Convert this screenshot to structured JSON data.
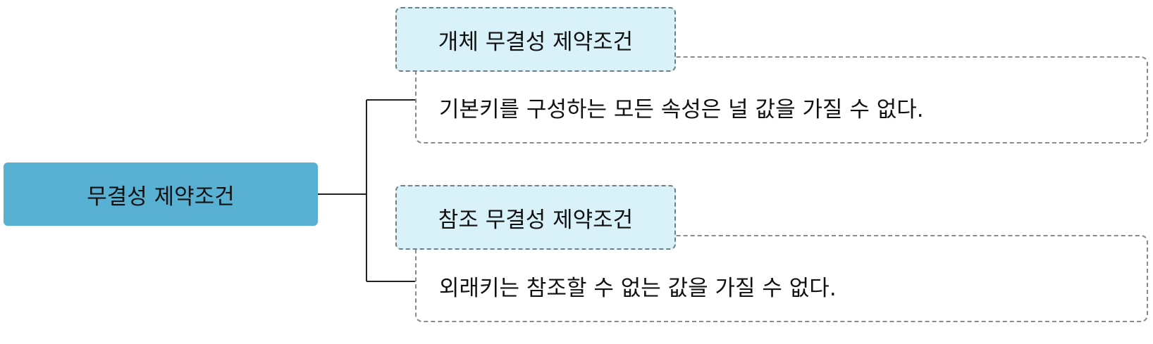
{
  "root": {
    "label": "무결성 제약조건"
  },
  "branches": [
    {
      "title": "개체 무결성 제약조건",
      "description": "기본키를 구성하는 모든 속성은 널 값을 가질 수 없다."
    },
    {
      "title": "참조 무결성 제약조건",
      "description": "외래키는 참조할 수 없는 값을 가질 수 없다."
    }
  ],
  "colors": {
    "root_fill": "#58b0d3",
    "title_fill": "#d9f2f9",
    "desc_border": "#8a8a8a",
    "connector": "#222222"
  }
}
